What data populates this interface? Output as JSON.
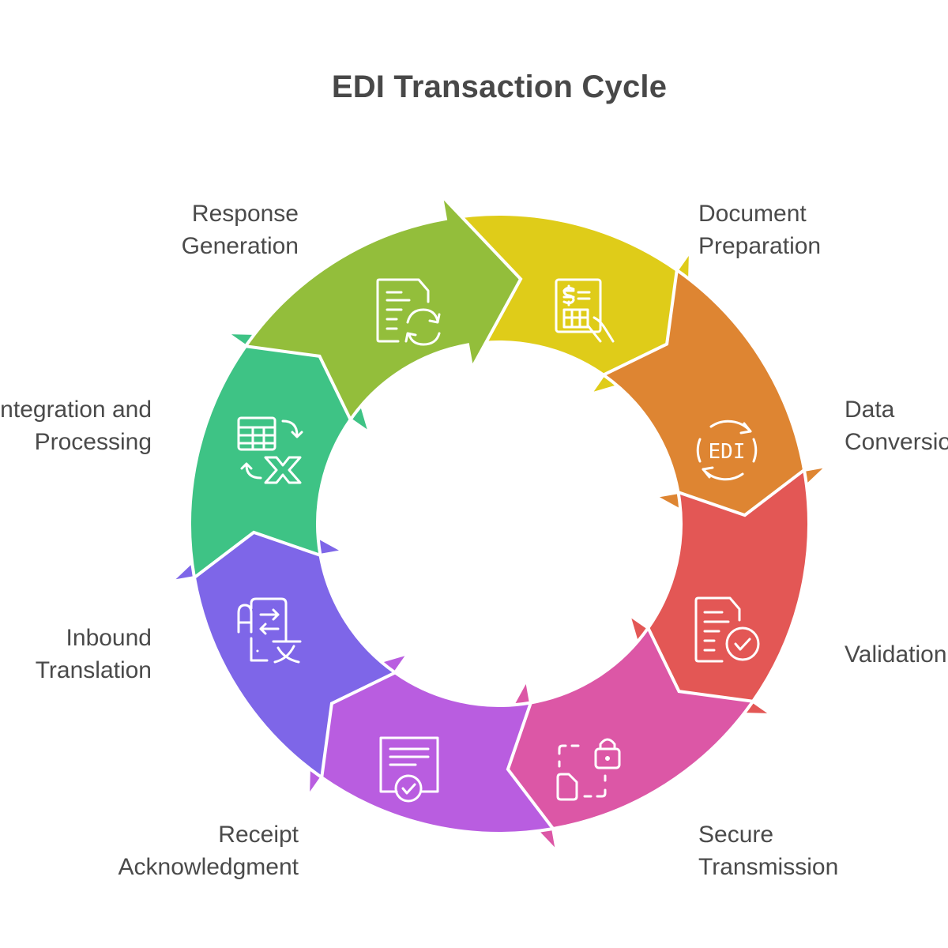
{
  "title": "EDI Transaction Cycle",
  "steps": [
    {
      "name": "Document Preparation",
      "line1": "Document",
      "line2": "Preparation",
      "color": "#DFCC19",
      "icon": "invoice-hand-icon"
    },
    {
      "name": "Data Conversion",
      "line1": "Data",
      "line2": "Conversion",
      "color": "#DE8532",
      "icon": "edi-cycle-icon"
    },
    {
      "name": "Validation",
      "line1": "Validation",
      "line2": "",
      "color": "#E35755",
      "icon": "document-check-icon"
    },
    {
      "name": "Secure Transmission",
      "line1": "Secure",
      "line2": "Transmission",
      "color": "#DC57A6",
      "icon": "secure-file-transfer-icon"
    },
    {
      "name": "Receipt Acknowledgment",
      "line1": "Receipt",
      "line2": "Acknowledgment",
      "color": "#B95DE0",
      "icon": "certificate-check-icon"
    },
    {
      "name": "Inbound Translation",
      "line1": "Inbound",
      "line2": "Translation",
      "color": "#7E66E8",
      "icon": "translate-icon"
    },
    {
      "name": "Integration and Processing",
      "line1": "Integration and",
      "line2": "Processing",
      "color": "#3EC385",
      "icon": "spreadsheet-excel-icon"
    },
    {
      "name": "Response Generation",
      "line1": "Response",
      "line2": "Generation",
      "color": "#93BE3B",
      "icon": "document-refresh-icon"
    }
  ]
}
